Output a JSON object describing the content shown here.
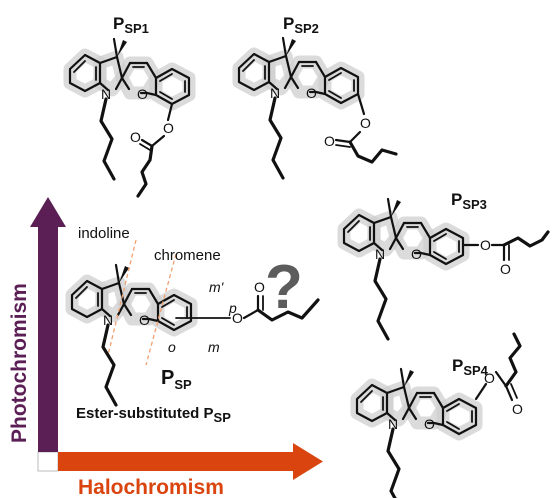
{
  "molecules": {
    "sp1": {
      "label": "P",
      "sub": "SP1"
    },
    "sp2": {
      "label": "P",
      "sub": "SP2"
    },
    "sp3": {
      "label": "P",
      "sub": "SP3"
    },
    "sp4": {
      "label": "P",
      "sub": "SP4"
    },
    "center": {
      "label": "P",
      "sub": "SP"
    }
  },
  "atoms": {
    "N": "N",
    "O": "O"
  },
  "center": {
    "indoline": "indoline",
    "chromene": "chromene",
    "pos_o": "o",
    "pos_m": "m",
    "pos_p": "p",
    "pos_m_prime": "m'",
    "question": "?",
    "caption_main": "Ester-substituted P",
    "caption_sub": "SP"
  },
  "axes": {
    "y_label": "Photochromism",
    "x_label": "Halochromism",
    "y_color": "#5b1e55",
    "x_color": "#d9440f"
  }
}
